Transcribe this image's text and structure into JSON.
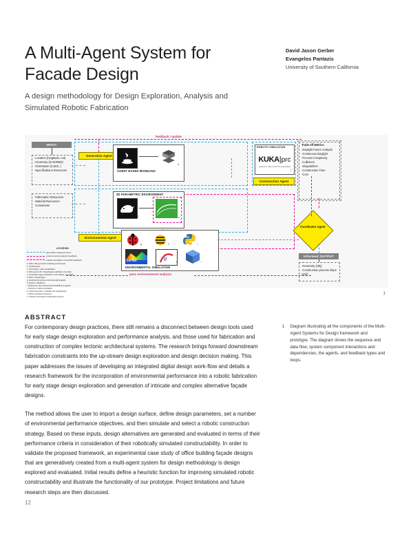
{
  "header": {
    "title": "A Multi-Agent System for Facade Design",
    "subtitle": "A design methodology for Design Exploration, Analysis and Simulated Robotic Fabrication",
    "authors": [
      "David Jason Gerber",
      "Evangelos Pantazis"
    ],
    "affiliation": "University of Southern California"
  },
  "figure": {
    "number": "1",
    "input_header": "INPUT",
    "input_list_1": "-Location (longitude, Lat)\n-Geometry (ie.NURBS)\n-Orientation (S,W,E..)\n-Specifications Resources",
    "input_list_2": "-Fabrication Resources\n-Material Resources\n-Constraints",
    "feedback_label": "feedback / update",
    "generative_agent": "Generative Agent",
    "environmental_agent": "Environmental Agent",
    "construction_agent": "Construction Agent",
    "coordinator_agent": "Coordinator Agent",
    "agent_based_modeling": "AGENT BASED MODELING",
    "parametric_env": "3D PARAMETRIC ENVIRONMENT",
    "environmental_sim": "ENVIRONMENTAL SIMULATION",
    "robotic_sim": "ROBOTIC SIMULATION",
    "kuka_label": "KUKA",
    "kuka_suffix": "prc",
    "kuka_tagline": "parametric robot control for grasshopper",
    "daysim_label": "DAYSIM",
    "pass_env": "pass environmental analysis",
    "metrics_header": "Trade off Metrics",
    "metrics_list": "-Daylight Factor Analysis\n-Continuous Daylight\n-Process Complexity\n-Collisions\n-Singularities\n-Construction Time\n-Cost",
    "output_header": "Informed OUTPUT",
    "output_list": "-Geometry (Obj)\n-Construction process steps (3mf)",
    "legend_header": "LEGEND",
    "legend_items": [
      {
        "label": "generative design process",
        "color": "#29abe2"
      },
      {
        "label": "environmental analysis feedback",
        "color": "#ec008c"
      },
      {
        "label": "robotic simulation constraint feedback",
        "color": "#ec008c"
      }
    ],
    "legend_notes": "a. Rhino 3D geometric modeling environment\nb. Grasshopper\nc. Processing / Java visualization\nd. Rhinoceros 3D / Grasshopper definition of surface\ne. Generative agent advances of the design on surface\nf. DIVA / Grasshopper\ng. Ladybug Honeybee environmental analysis\nh. Daysim / Radiance\ni. Rhinoceros 3D environmental feedback to agents\nj. KUKA prc robotic simulation\nk. Import geometry / toolpath into Grasshopper\nl. Python scripted component\nm. Robotic tool based construction process"
  },
  "abstract": {
    "heading": "ABSTRACT",
    "paragraphs": [
      "For contemporary design practices, there still remains a disconnect between design tools used for early stage design exploration and performance analysis, and those used for fabrication and construction of complex tectonic architectural systems. The research brings forward downstream fabrication constraints into the up-stream design exploration and design decision making. This paper addresses the issues of developing an integrated digital design work-flow and details a research framework for the incorporation of environmental performance into a robotic fabrication for early stage design exploration and generation of intricate and complex alternative façade designs.",
      "The method allows the user to import a design surface, define design parameters, set a number of environmental performance objectives, and then simulate and select a robotic construction strategy. Based on these inputs, design alternatives are generated and evaluated in terms of their performance criteria in consideration of their robotically simulated constructability. In order to validate the proposed framework, an experimental case study of office building façade designs that are generatively created from a multi-agent system for design methodology is design explored and evaluated. Initial results define a heuristic function for improving simulated robotic constructability and illustrate the functionality of our prototype. Project limitations and future research steps are then discussed."
    ]
  },
  "caption": {
    "number": "1",
    "text": "Diagram illustrating all the components of the Multi-Agent Systems for Design framework and prototype. The diagram shows the sequence and data flow, system component interactions and dependencies, the agents, and feedback types and loops."
  },
  "footer": {
    "page_number": "12"
  }
}
